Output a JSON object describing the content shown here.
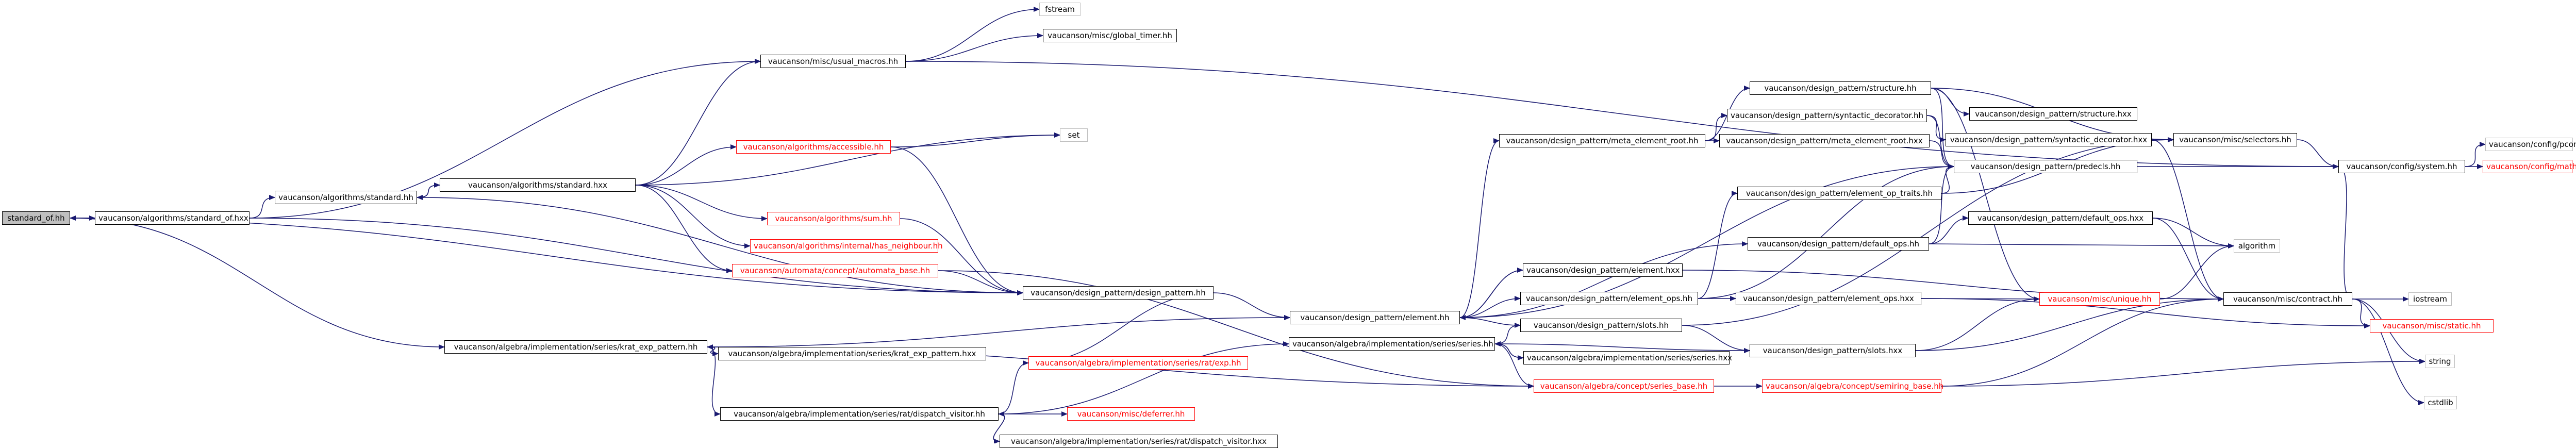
{
  "colors": {
    "edge": "#191970",
    "normal_border": "#000000",
    "missing_border": "#ff0000",
    "external_border": "#bfbfbf",
    "current_fill": "#bfbfbf"
  },
  "nodes": {
    "standard_of_hh": {
      "label": "standard_of.hh",
      "style": "current"
    },
    "algorithms_standard_of_hxx": {
      "label": "vaucanson/algorithms/standard_of.hxx",
      "style": "normal"
    },
    "algorithms_standard_hh": {
      "label": "vaucanson/algorithms/standard.hh",
      "style": "normal"
    },
    "algorithms_standard_hxx": {
      "label": "vaucanson/algorithms/standard.hxx",
      "style": "normal"
    },
    "algorithms_accessible_hh": {
      "label": "vaucanson/algorithms/accessible.hh",
      "style": "missing"
    },
    "algorithms_sum_hh": {
      "label": "vaucanson/algorithms/sum.hh",
      "style": "missing"
    },
    "algorithms_has_neighbour_hh": {
      "label": "vaucanson/algorithms/internal/has_neighbour.hh",
      "style": "missing"
    },
    "automata_concept_automata_base_hh": {
      "label": "vaucanson/automata/concept/automata_base.hh",
      "style": "missing"
    },
    "misc_usual_macros_hh": {
      "label": "vaucanson/misc/usual_macros.hh",
      "style": "normal"
    },
    "fstream": {
      "label": "fstream",
      "style": "external"
    },
    "misc_global_timer_hh": {
      "label": "vaucanson/misc/global_timer.hh",
      "style": "normal"
    },
    "set": {
      "label": "set",
      "style": "external"
    },
    "dp_design_pattern_hh": {
      "label": "vaucanson/design_pattern/design_pattern.hh",
      "style": "normal"
    },
    "dp_element_hh": {
      "label": "vaucanson/design_pattern/element.hh",
      "style": "normal"
    },
    "dp_meta_element_root_hh": {
      "label": "vaucanson/design_pattern/meta_element_root.hh",
      "style": "normal"
    },
    "dp_structure_hh": {
      "label": "vaucanson/design_pattern/structure.hh",
      "style": "normal"
    },
    "dp_syntactic_decorator_hh": {
      "label": "vaucanson/design_pattern/syntactic_decorator.hh",
      "style": "normal"
    },
    "dp_meta_element_root_hxx": {
      "label": "vaucanson/design_pattern/meta_element_root.hxx",
      "style": "normal"
    },
    "dp_structure_hxx": {
      "label": "vaucanson/design_pattern/structure.hxx",
      "style": "normal"
    },
    "dp_syntactic_decorator_hxx": {
      "label": "vaucanson/design_pattern/syntactic_decorator.hxx",
      "style": "normal"
    },
    "dp_predecls_hh": {
      "label": "vaucanson/design_pattern/predecls.hh",
      "style": "normal"
    },
    "dp_element_op_traits_hh": {
      "label": "vaucanson/design_pattern/element_op_traits.hh",
      "style": "normal"
    },
    "dp_default_ops_hh": {
      "label": "vaucanson/design_pattern/default_ops.hh",
      "style": "normal"
    },
    "dp_default_ops_hxx": {
      "label": "vaucanson/design_pattern/default_ops.hxx",
      "style": "normal"
    },
    "dp_element_hxx": {
      "label": "vaucanson/design_pattern/element.hxx",
      "style": "normal"
    },
    "dp_element_ops_hh": {
      "label": "vaucanson/design_pattern/element_ops.hh",
      "style": "normal"
    },
    "dp_element_ops_hxx": {
      "label": "vaucanson/design_pattern/element_ops.hxx",
      "style": "normal"
    },
    "dp_slots_hh": {
      "label": "vaucanson/design_pattern/slots.hh",
      "style": "normal"
    },
    "dp_slots_hxx": {
      "label": "vaucanson/design_pattern/slots.hxx",
      "style": "normal"
    },
    "misc_selectors_hh": {
      "label": "vaucanson/misc/selectors.hh",
      "style": "normal"
    },
    "config_system_hh": {
      "label": "vaucanson/config/system.hh",
      "style": "normal"
    },
    "config_pconf_hh": {
      "label": "vaucanson/config/pconf.hh",
      "style": "external"
    },
    "config_math_hh": {
      "label": "vaucanson/config/math.hh",
      "style": "missing"
    },
    "algorithm": {
      "label": "algorithm",
      "style": "external"
    },
    "misc_contract_hh": {
      "label": "vaucanson/misc/contract.hh",
      "style": "normal"
    },
    "iostream": {
      "label": "iostream",
      "style": "external"
    },
    "misc_static_hh": {
      "label": "vaucanson/misc/static.hh",
      "style": "missing"
    },
    "string": {
      "label": "string",
      "style": "external"
    },
    "cstdlib": {
      "label": "cstdlib",
      "style": "external"
    },
    "misc_unique_hh": {
      "label": "vaucanson/misc/unique.hh",
      "style": "missing"
    },
    "series_krat_exp_pattern_hh": {
      "label": "vaucanson/algebra/implementation/series/krat_exp_pattern.hh",
      "style": "normal"
    },
    "series_krat_exp_pattern_hxx": {
      "label": "vaucanson/algebra/implementation/series/krat_exp_pattern.hxx",
      "style": "normal"
    },
    "series_dispatch_visitor_hh": {
      "label": "vaucanson/algebra/implementation/series/rat/dispatch_visitor.hh",
      "style": "normal"
    },
    "series_dispatch_visitor_hxx": {
      "label": "vaucanson/algebra/implementation/series/rat/dispatch_visitor.hxx",
      "style": "normal"
    },
    "series_rat_exp_hh": {
      "label": "vaucanson/algebra/implementation/series/rat/exp.hh",
      "style": "missing"
    },
    "series_series_hh": {
      "label": "vaucanson/algebra/implementation/series/series.hh",
      "style": "normal"
    },
    "series_series_hxx": {
      "label": "vaucanson/algebra/implementation/series/series.hxx",
      "style": "normal"
    },
    "concept_series_base_hh": {
      "label": "vaucanson/algebra/concept/series_base.hh",
      "style": "missing"
    },
    "concept_semiring_base_hh": {
      "label": "vaucanson/algebra/concept/semiring_base.hh",
      "style": "missing"
    },
    "misc_deferrer_hh": {
      "label": "vaucanson/misc/deferrer.hh",
      "style": "missing"
    }
  }
}
